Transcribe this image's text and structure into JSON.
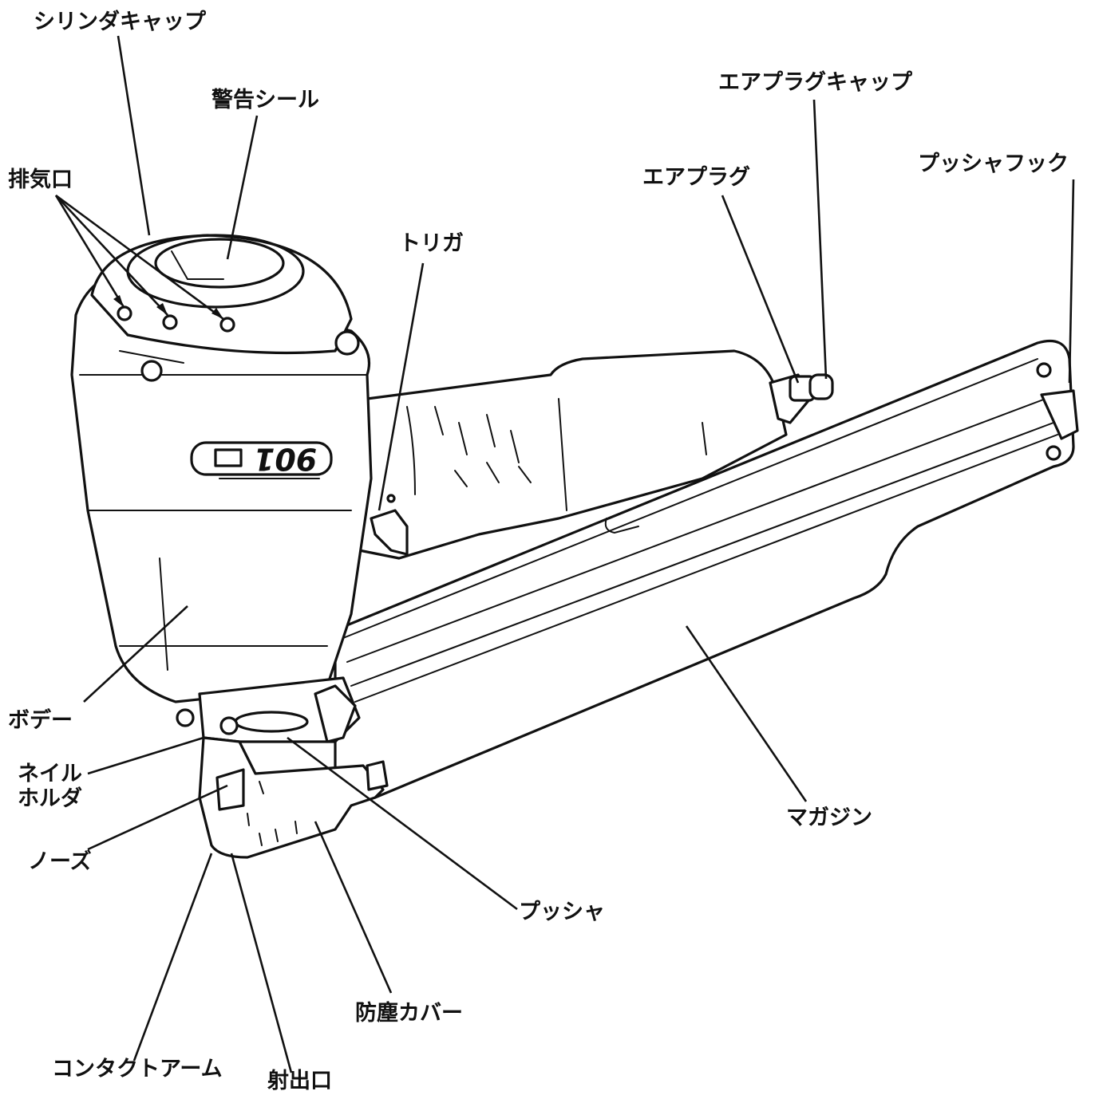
{
  "labels": {
    "cylinder_cap": "シリンダキャップ",
    "warning_seal": "警告シール",
    "exhaust_port": "排気口",
    "trigger": "トリガ",
    "air_plug": "エアプラグ",
    "air_plug_cap": "エアプラグキャップ",
    "pusher_hook": "プッシャフック",
    "body": "ボデー",
    "nail_holder": "ネイル\nホルダ",
    "nose": "ノーズ",
    "magazine": "マガジン",
    "pusher": "プッシャ",
    "dust_cover": "防塵カバー",
    "contact_arm": "コンタクトアーム",
    "ejection_port": "射出口"
  },
  "body_marking": {
    "model": "901"
  }
}
